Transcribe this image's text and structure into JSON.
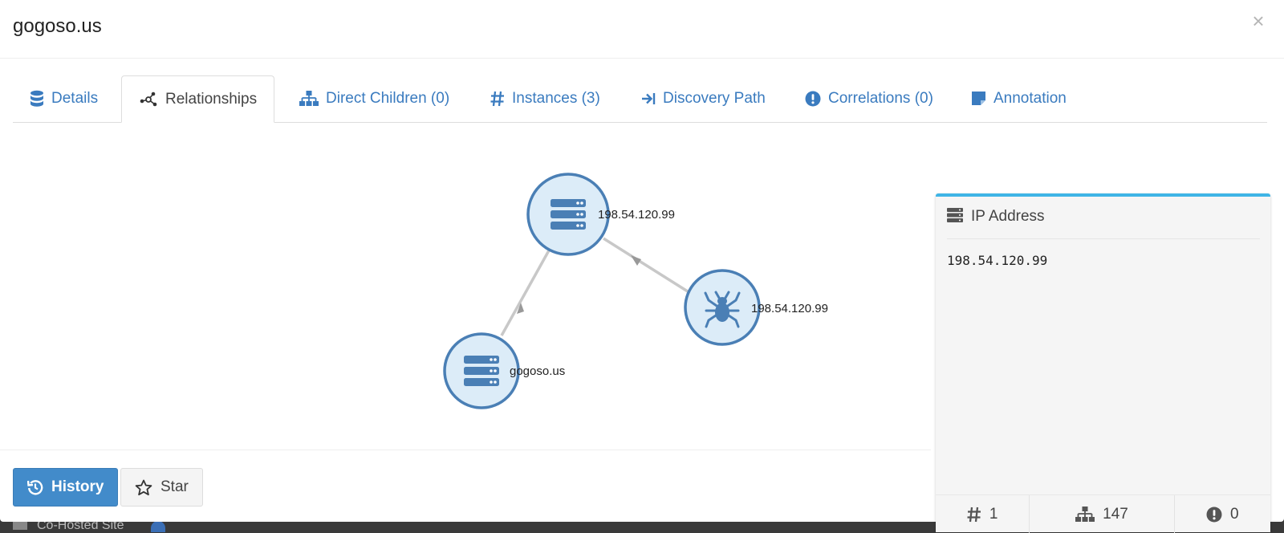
{
  "modal": {
    "title": "gogoso.us",
    "close_label": "×"
  },
  "tabs": [
    {
      "label": "Details",
      "icon": "database-icon"
    },
    {
      "label": "Relationships",
      "icon": "share-nodes-icon",
      "active": true
    },
    {
      "label": "Direct Children (0)",
      "icon": "sitemap-icon"
    },
    {
      "label": "Instances (3)",
      "icon": "hashtag-icon"
    },
    {
      "label": "Discovery Path",
      "icon": "arrow-to-right-icon"
    },
    {
      "label": "Correlations (0)",
      "icon": "exclamation-circle-icon"
    },
    {
      "label": "Annotation",
      "icon": "note-icon"
    }
  ],
  "graph": {
    "nodes": [
      {
        "label": "198.54.120.99",
        "icon": "server-icon"
      },
      {
        "label": "198.54.120.99",
        "icon": "spider-icon"
      },
      {
        "label": "gogoso.us",
        "icon": "server-icon"
      }
    ]
  },
  "info_panel": {
    "header": "IP Address",
    "header_icon": "server-icon",
    "value": "198.54.120.99",
    "stats": [
      {
        "icon": "hashtag-icon",
        "value": "1"
      },
      {
        "icon": "sitemap-icon",
        "value": "147"
      },
      {
        "icon": "exclamation-circle-icon",
        "value": "0"
      }
    ]
  },
  "footer": {
    "history_label": "History",
    "star_label": "Star"
  },
  "backdrop": {
    "row_label": "Co-Hosted Site"
  },
  "colors": {
    "link": "#3a7bbf",
    "primary": "#428bca",
    "node_fill": "#dcecf8",
    "node_stroke": "#4a7fb5",
    "panel_accent": "#3fb5e6"
  }
}
